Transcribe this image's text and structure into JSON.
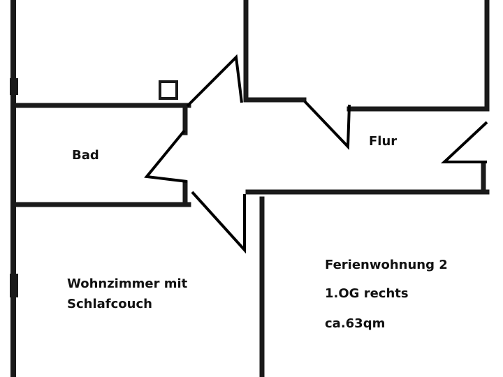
{
  "rooms": {
    "bad": "Bad",
    "flur": "Flur",
    "wohnzimmer_line1": "Wohnzimmer mit",
    "wohnzimmer_line2": "Schlafcouch"
  },
  "info": {
    "title": "Ferienwohnung 2",
    "floor": "1.OG rechts",
    "area": "ca.63qm"
  },
  "colors": {
    "wall": "#1a1a1a",
    "background": "#ffffff"
  }
}
